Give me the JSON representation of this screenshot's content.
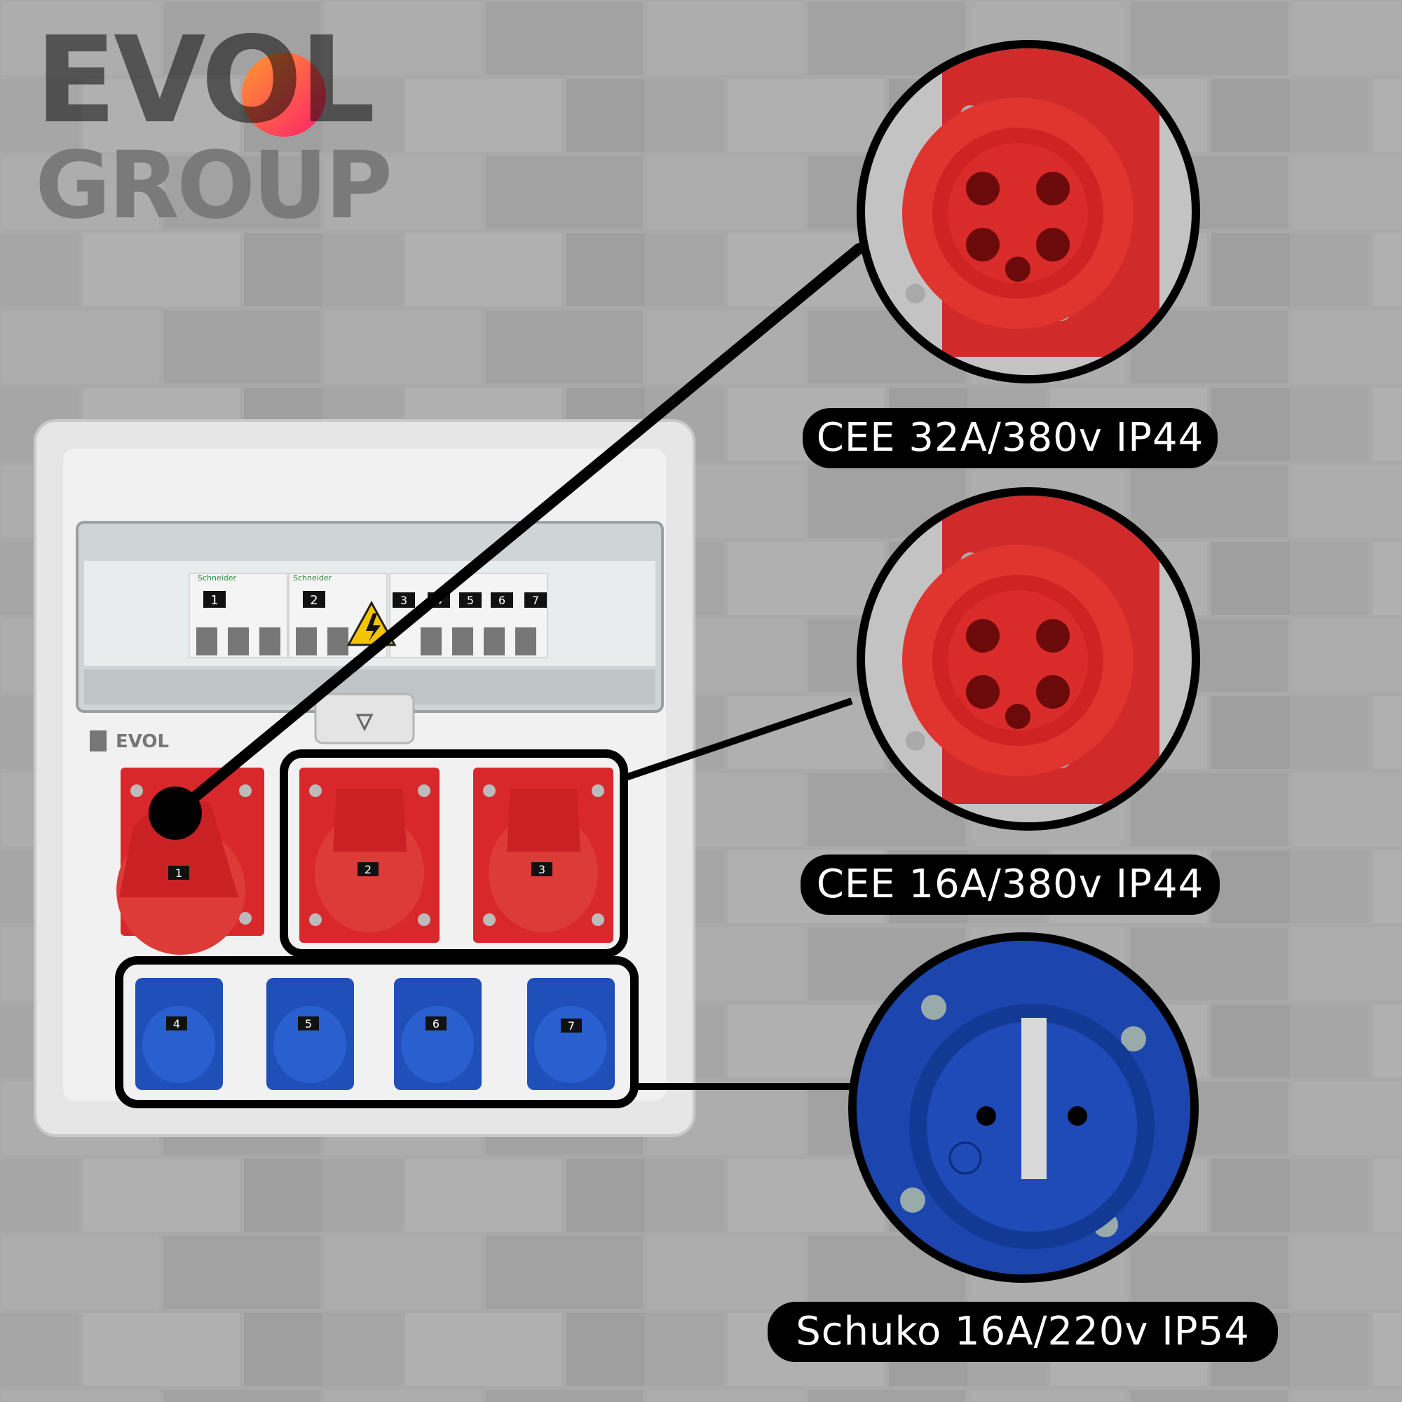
{
  "logo": {
    "line1": "EVOL",
    "line2": "GROUP",
    "panel_brand": "EVOL"
  },
  "breakers": [
    "1",
    "2",
    "3",
    "4",
    "5",
    "6",
    "7"
  ],
  "breaker_brand": "Schneider",
  "sockets": {
    "red_cee": [
      "1",
      "2",
      "3"
    ],
    "blue_schuko": [
      "4",
      "5",
      "6",
      "7"
    ]
  },
  "callouts": {
    "cee32": "CEE 32A/380v IP44",
    "cee16": "CEE 16A/380v IP44",
    "schuko": "Schuko 16A/220v IP54"
  },
  "colors": {
    "red_socket": "#d8282c",
    "blue_socket": "#1f4fb8",
    "wall": "#a7a7a7",
    "logo_gray": "#7a7a7a"
  },
  "icons": [
    "high-voltage-warning-icon",
    "ce-mark-icon"
  ]
}
